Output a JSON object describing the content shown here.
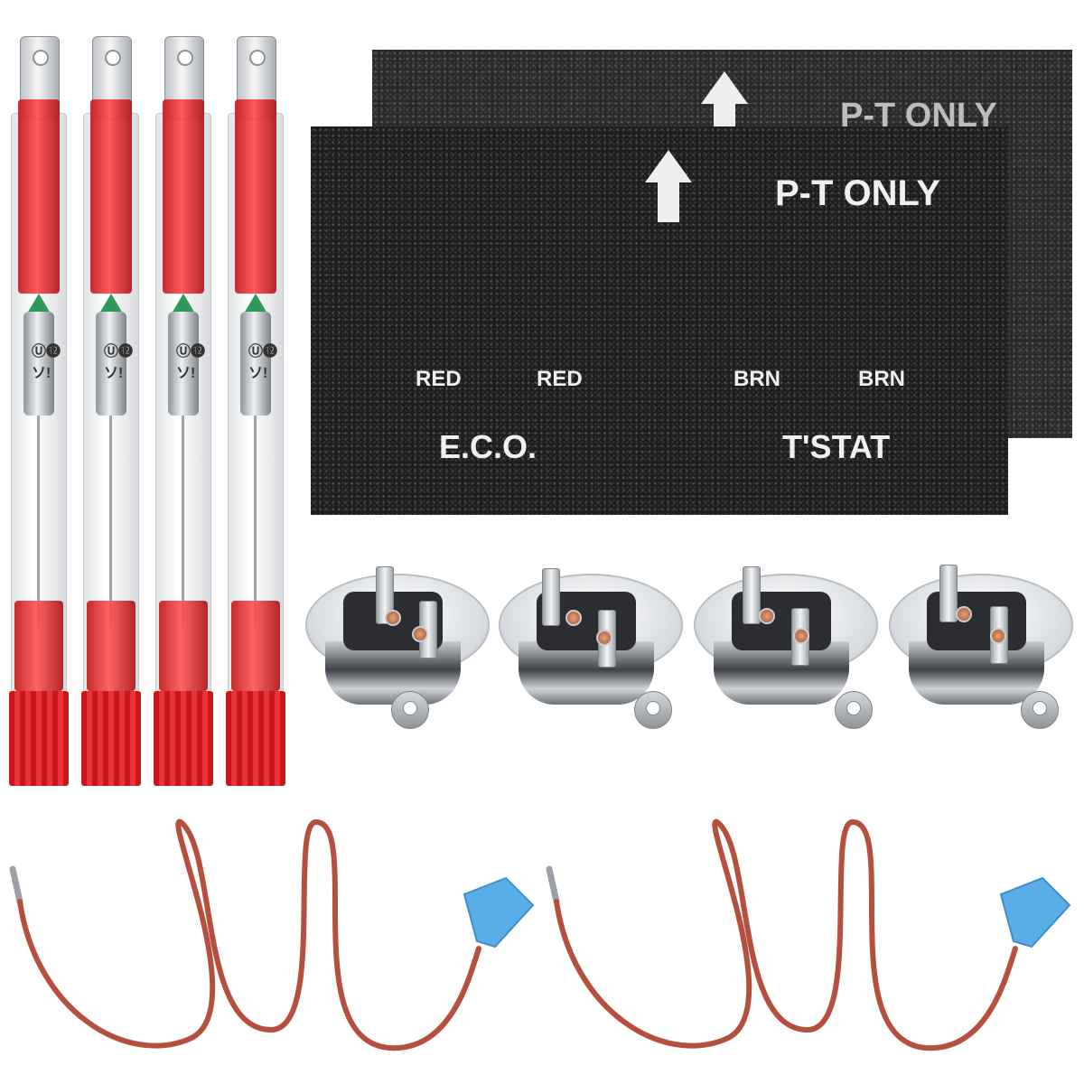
{
  "product": {
    "fuses": {
      "count": 4,
      "sleeve_color": "#e8282b",
      "cone_color": "#2f9a58",
      "body_marking": "Ⓤ⓬ ソ!"
    },
    "card_back": {
      "title": "P-T ONLY"
    },
    "card_front": {
      "title": "P-T ONLY",
      "terminals": [
        "RED",
        "RED",
        "BRN",
        "BRN"
      ],
      "group_labels": {
        "left": "E.C.O.",
        "right": "T'STAT"
      }
    },
    "thermostats": {
      "count": 4
    },
    "wires": {
      "count": 2,
      "wire_color": "#b5503f",
      "connector_color": "#5aaee8"
    }
  }
}
